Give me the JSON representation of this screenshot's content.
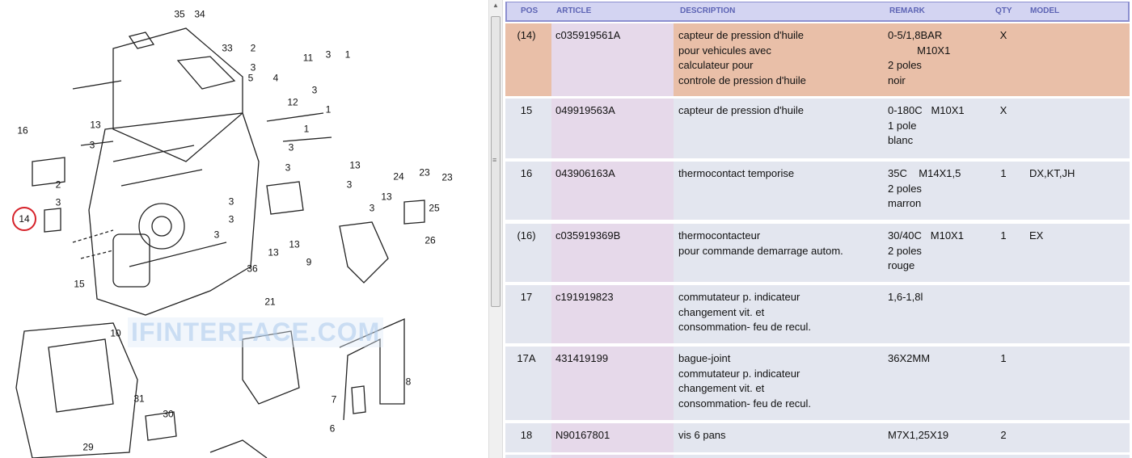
{
  "diagram": {
    "watermark": "IFINTERFACE.COM",
    "highlighted_callout": "14",
    "callouts": [
      "35",
      "34",
      "33",
      "2",
      "3",
      "11",
      "3",
      "1",
      "5",
      "4",
      "12",
      "1",
      "3",
      "16",
      "13",
      "3",
      "2",
      "3",
      "14",
      "15",
      "10",
      "21",
      "36",
      "13",
      "9",
      "13",
      "3",
      "3",
      "3",
      "1",
      "3",
      "13",
      "3",
      "3",
      "24",
      "23",
      "23",
      "13",
      "3",
      "25",
      "26",
      "31",
      "30",
      "29",
      "8",
      "7",
      "6"
    ]
  },
  "table": {
    "headers": {
      "pos": "POS",
      "article": "ARTICLE",
      "description": "DESCRIPTION",
      "remark": "REMARK",
      "qty": "QTY",
      "model": "MODEL"
    },
    "rows": [
      {
        "pos": "(14)",
        "article": "c035919561A",
        "description": "capteur de pression d'huile\npour vehicules avec\ncalculateur pour\ncontrole de pression d'huile",
        "remark": "0-5/1,8BAR\n          M10X1\n2 poles\nnoir",
        "qty": "X",
        "model": "",
        "selected": true
      },
      {
        "pos": "15",
        "article": "049919563A",
        "description": "capteur de pression d'huile",
        "remark": "0-180C   M10X1\n1 pole\nblanc",
        "qty": "X",
        "model": ""
      },
      {
        "pos": "16",
        "article": "043906163A",
        "description": "thermocontact temporise",
        "remark": "35C    M14X1,5\n2 poles\nmarron",
        "qty": "1",
        "model": "DX,KT,JH"
      },
      {
        "pos": "(16)",
        "article": "c035919369B",
        "description": "thermocontacteur\npour commande demarrage autom.",
        "remark": "30/40C   M10X1\n2 poles\nrouge",
        "qty": "1",
        "model": "EX"
      },
      {
        "pos": "17",
        "article": "c191919823",
        "description": "commutateur p. indicateur\nchangement vit. et\nconsommation- feu de recul.",
        "remark": "1,6-1,8l",
        "qty": "",
        "model": ""
      },
      {
        "pos": "17A",
        "article": "431419199",
        "description": "bague-joint\ncommutateur p. indicateur\nchangement vit. et\nconsommation- feu de recul.",
        "remark": "36X2MM",
        "qty": "1",
        "model": ""
      },
      {
        "pos": "18",
        "article": "N90167801",
        "description": "vis 6 pans",
        "remark": "M7X1,25X19",
        "qty": "2",
        "model": ""
      }
    ]
  },
  "colors": {
    "selected_row": "#e9bfa8",
    "row": "#e3e6ef",
    "article_col": "#e6d9ea",
    "header": "#d3d4f2",
    "header_text": "#5d64b4",
    "highlight_circle": "#d6222a"
  }
}
